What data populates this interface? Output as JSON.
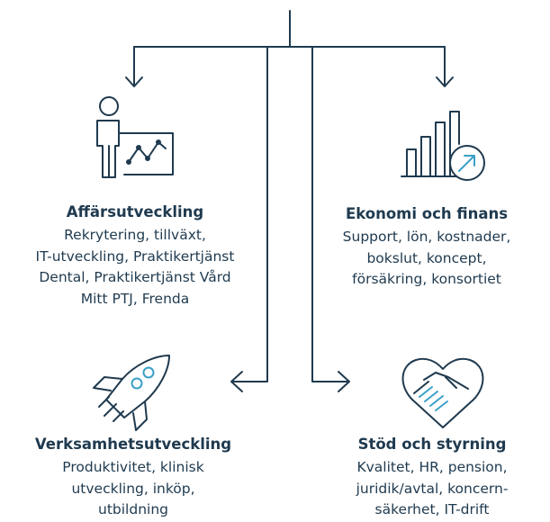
{
  "colors": {
    "navy": "#1f3a4f",
    "accent": "#3aa0c9"
  },
  "sections": {
    "affarsutveckling": {
      "icon": "presenter-chart-icon",
      "title": "Affärsutveckling",
      "lines": [
        "Rekrytering, tillväxt,",
        "IT-utveckling, Praktikertjänst",
        "Dental, Praktikertjänst Vård",
        "Mitt PTJ, Frenda"
      ]
    },
    "ekonomi": {
      "icon": "bar-chart-growth-icon",
      "title": "Ekonomi och finans",
      "lines": [
        "Support, lön, kostnader,",
        "bokslut, koncept,",
        "försäkring, konsortiet"
      ]
    },
    "verksamhet": {
      "icon": "rocket-icon",
      "title": "Verksamhetsutveckling",
      "lines": [
        "Produktivitet, klinisk",
        "utveckling, inköp,",
        "utbildning"
      ]
    },
    "stod": {
      "icon": "handshake-heart-icon",
      "title": "Stöd och styrning",
      "lines": [
        "Kvalitet, HR, pension,",
        "juridik/avtal, koncern-",
        "säkerhet, IT-drift"
      ]
    }
  }
}
